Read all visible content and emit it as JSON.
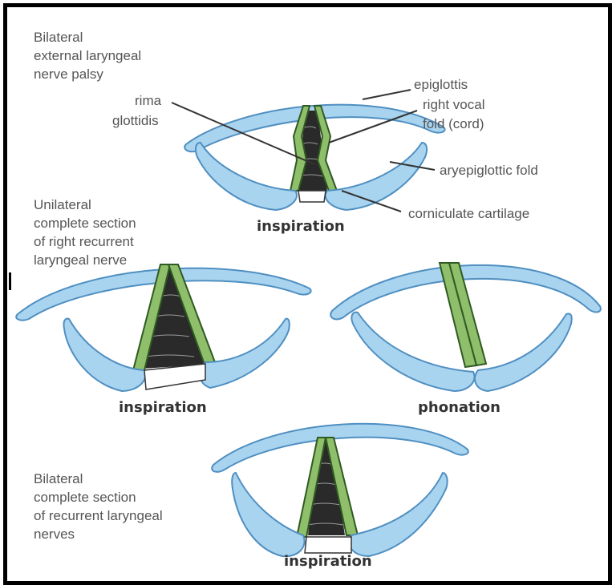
{
  "captions": {
    "c1": [
      "Bilateral",
      "external laryngeal",
      "nerve palsy"
    ],
    "c2": [
      "Unilateral",
      "complete section",
      "of right recurrent",
      "laryngeal nerve"
    ],
    "c3": [
      "Bilateral",
      "complete section",
      "of recurrent laryngeal",
      "nerves"
    ]
  },
  "labels": {
    "rima": [
      "rima",
      "glottidis"
    ],
    "epiglottis": "epiglottis",
    "vocal_fold": [
      "right vocal",
      "fold (cord)"
    ],
    "aryepiglottic": "aryepiglottic fold",
    "corniculate": "corniculate cartilage"
  },
  "states": {
    "top": "inspiration",
    "mid_left": "inspiration",
    "mid_right": "phonation",
    "bottom": "inspiration"
  },
  "colors": {
    "fold_fill": "#a9d4ef",
    "fold_stroke": "#4f8fc1",
    "cord_fill": "#8fbf6a",
    "rima_fill": "#2a2a2a"
  }
}
